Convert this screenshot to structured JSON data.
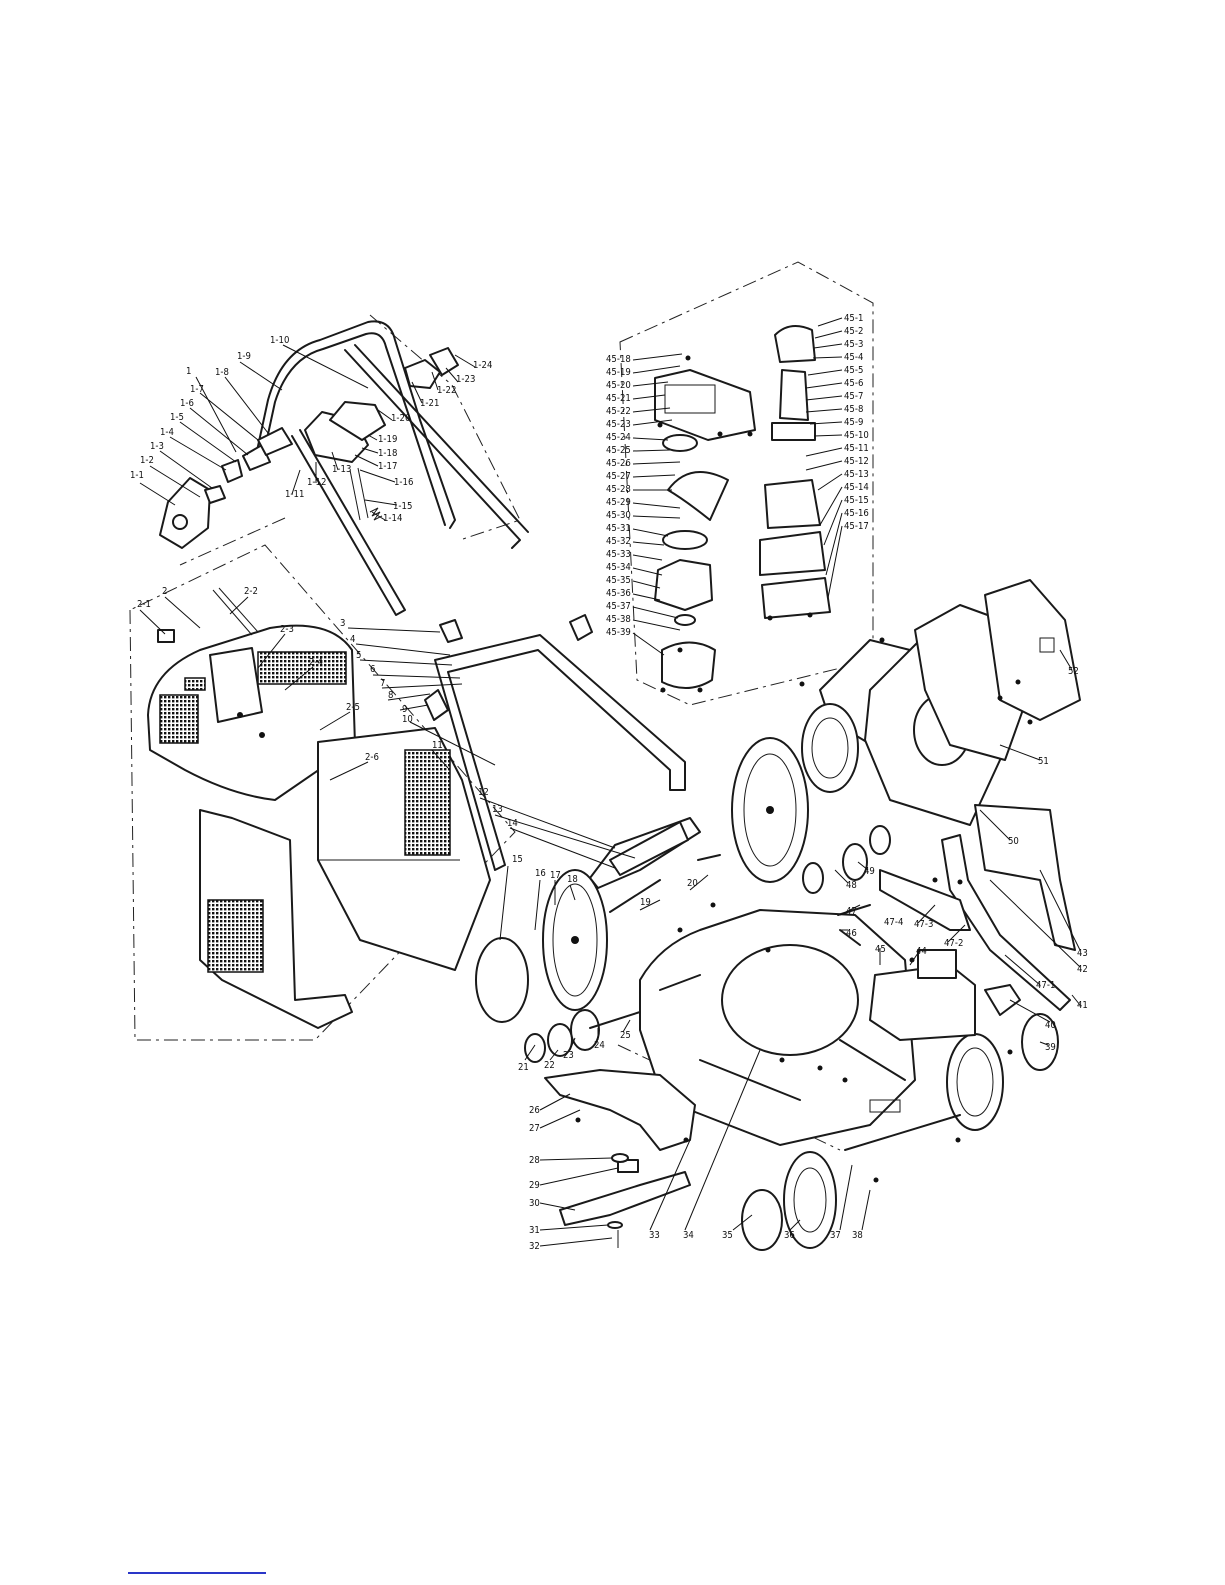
{
  "diagram": {
    "labels": {
      "handle": [
        "1",
        "1-1",
        "1-2",
        "1-3",
        "1-4",
        "1-5",
        "1-6",
        "1-7",
        "1-8",
        "1-9",
        "1-10",
        "1-11",
        "1-12",
        "1-13",
        "1-14",
        "1-15",
        "1-16",
        "1-17",
        "1-18",
        "1-19",
        "1-20",
        "1-21",
        "1-22",
        "1-23",
        "1-24"
      ],
      "grass_bag": [
        "2",
        "2-1",
        "2-2",
        "2-3",
        "2-4",
        "2-5",
        "2-6"
      ],
      "motor_left": [
        "45-18",
        "45-19",
        "45-20",
        "45-21",
        "45-22",
        "45-23",
        "45-24",
        "45-25",
        "45-26",
        "45-27",
        "45-28",
        "45-29",
        "45-30",
        "45-31",
        "45-32",
        "45-33",
        "45-34",
        "45-35",
        "45-36",
        "45-37",
        "45-38",
        "45-39"
      ],
      "motor_right": [
        "45-1",
        "45-2",
        "45-3",
        "45-4",
        "45-5",
        "45-6",
        "45-7",
        "45-8",
        "45-9",
        "45-10",
        "45-11",
        "45-12",
        "45-13",
        "45-14",
        "45-15",
        "45-16",
        "45-17"
      ],
      "main": [
        "3",
        "4",
        "5",
        "6",
        "7",
        "8",
        "9",
        "10",
        "11",
        "12",
        "13",
        "14",
        "15",
        "16",
        "17",
        "18",
        "19",
        "20",
        "21",
        "22",
        "23",
        "24",
        "25",
        "26",
        "27",
        "28",
        "29",
        "30",
        "31",
        "32",
        "33",
        "34",
        "35",
        "36",
        "37",
        "38",
        "39",
        "40",
        "41",
        "42",
        "43",
        "44",
        "45",
        "46",
        "47",
        "47-1",
        "47-2",
        "47-3",
        "47-4",
        "48",
        "49",
        "50",
        "51",
        "52"
      ]
    }
  }
}
